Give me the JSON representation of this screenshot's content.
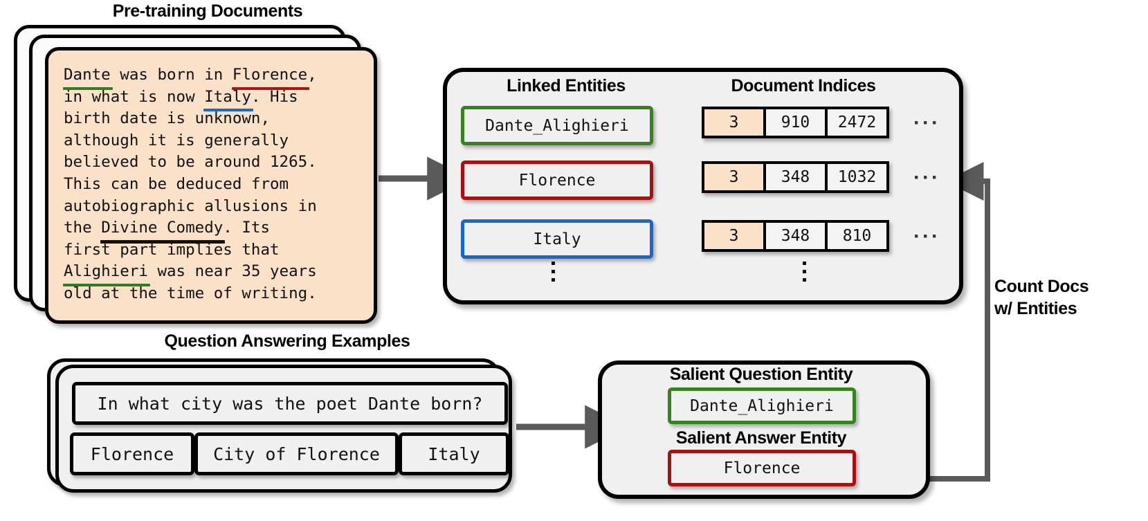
{
  "figure": {
    "sections": {
      "pretraining_title": "Pre-training Documents",
      "qa_title": "Question Answering Examples"
    },
    "document": {
      "lines": [
        {
          "parts": [
            {
              "t": "Dante",
              "u": "green"
            },
            {
              "t": " was born in "
            },
            {
              "t": "Florence",
              "u": "red"
            },
            {
              "t": ","
            }
          ]
        },
        {
          "parts": [
            {
              "t": "in what is now "
            },
            {
              "t": "Italy",
              "u": "blue"
            },
            {
              "t": ". His"
            }
          ]
        },
        {
          "parts": [
            {
              "t": "birth date is unknown,"
            }
          ]
        },
        {
          "parts": [
            {
              "t": "although it is generally"
            }
          ]
        },
        {
          "parts": [
            {
              "t": "believed to be around 1265."
            }
          ]
        },
        {
          "parts": [
            {
              "t": "This can be deduced from"
            }
          ]
        },
        {
          "parts": [
            {
              "t": "autobiographic allusions in"
            }
          ]
        },
        {
          "parts": [
            {
              "t": "the "
            },
            {
              "t": "Divine Comedy",
              "u": "black"
            },
            {
              "t": ". Its"
            }
          ]
        },
        {
          "parts": [
            {
              "t": "first part implies that"
            }
          ]
        },
        {
          "parts": [
            {
              "t": "Alighieri",
              "u": "green"
            },
            {
              "t": " was near 35 years"
            }
          ]
        },
        {
          "parts": [
            {
              "t": "old at the time of writing."
            }
          ]
        }
      ]
    },
    "linking_panel": {
      "col_entities_header": "Linked Entities",
      "col_indices_header": "Document Indices",
      "rows": [
        {
          "entity": "Dante_Alighieri",
          "color": "green",
          "indices": [
            "3",
            "910",
            "2472"
          ],
          "ellipsis": "···"
        },
        {
          "entity": "Florence",
          "color": "red",
          "indices": [
            "3",
            "348",
            "1032"
          ],
          "ellipsis": "···"
        },
        {
          "entity": "Italy",
          "color": "blue",
          "indices": [
            "3",
            "348",
            "810"
          ],
          "ellipsis": "···"
        }
      ]
    },
    "qa_example": {
      "question": "In what city was the poet Dante born?",
      "answers": [
        "Florence",
        "City of Florence",
        "Italy"
      ]
    },
    "salient_panel": {
      "question_entity_header": "Salient Question Entity",
      "question_entity": "Dante_Alighieri",
      "answer_entity_header": "Salient Answer Entity",
      "answer_entity": "Florence"
    },
    "feedback_arrow_label_line1": "Count Docs",
    "feedback_arrow_label_line2": "w/ Entities",
    "colors": {
      "green": "#35821f",
      "red": "#a51212",
      "blue": "#1767cf",
      "black": "#111111",
      "document_bg": "#fae1c8",
      "panel_bg": "#f0f0f0",
      "arrow": "#5a5a5a"
    }
  }
}
